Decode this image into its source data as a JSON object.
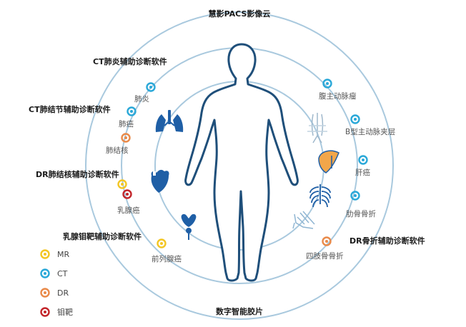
{
  "colors": {
    "ring": "#a9c9de",
    "body_outline": "#1f4f7a",
    "organ": "#1f5fa6",
    "mr": "#f3c623",
    "ct": "#2aa8d8",
    "dr": "#e98a4a",
    "target": "#c3262b"
  },
  "title_top": "慧影PACS影像云",
  "title_bottom": "数字智能胶片",
  "software": {
    "ct_pneumonia": "CT肺炎辅助诊断软件",
    "ct_nodule": "CT肺结节辅助诊断软件",
    "dr_tb": "DR肺结核辅助诊断软件",
    "mammo": "乳腺钼靶辅助诊断软件",
    "dr_fracture": "DR骨折辅助诊断软件"
  },
  "labels": {
    "pneumonia": "肺炎",
    "lung_cancer": "肺癌",
    "tb": "肺结核",
    "breast_cancer": "乳腺癌",
    "prostate_cancer": "前列腺癌",
    "aortic_aneurysm": "腹主动脉瘤",
    "aortic_dissection": "B型主动脉夹层",
    "liver_cancer": "肝癌",
    "rib_fracture": "肋骨骨折",
    "limb_fracture": "四肢骨骨折"
  },
  "legend": [
    {
      "key": "mr",
      "label": "MR"
    },
    {
      "key": "ct",
      "label": "CT"
    },
    {
      "key": "dr",
      "label": "DR"
    },
    {
      "key": "target",
      "label": "钼靶"
    }
  ],
  "icons": [
    "lungs-icon",
    "heart-icon",
    "prostate-icon",
    "aorta-icon",
    "liver-icon",
    "ribcage-icon",
    "foot-bones-icon"
  ]
}
